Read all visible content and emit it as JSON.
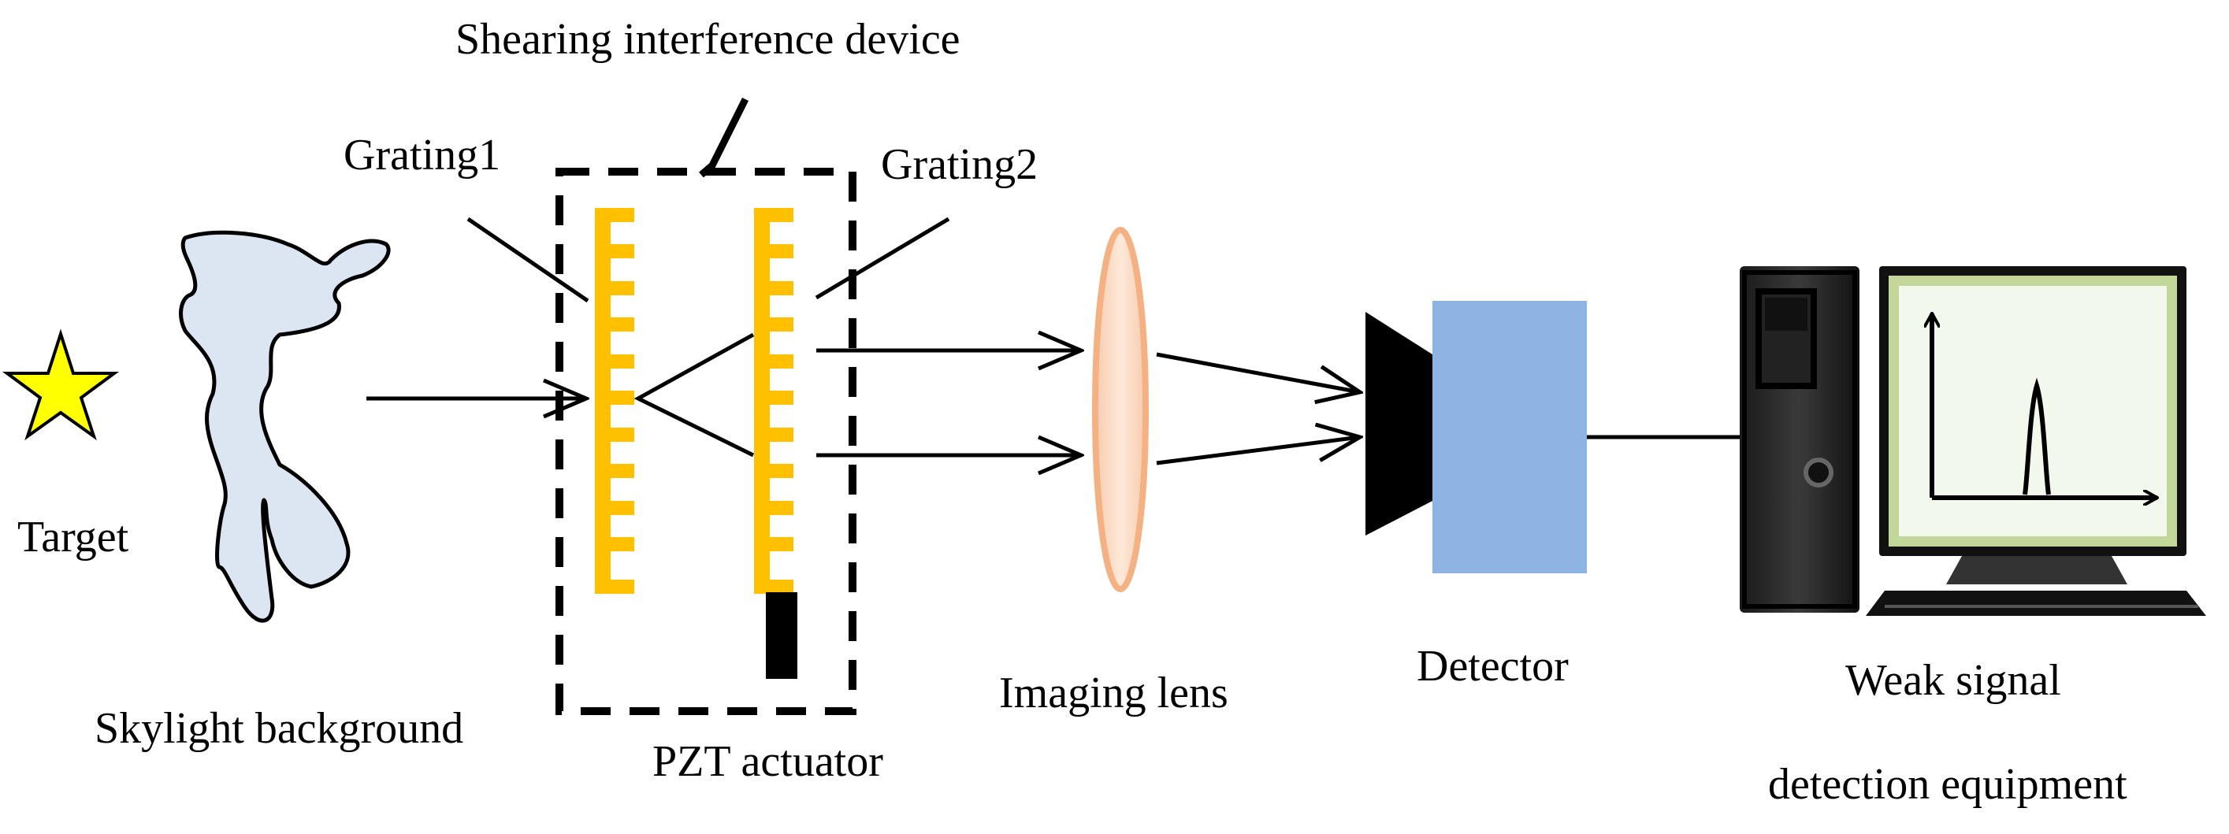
{
  "labels": {
    "target": "Target",
    "skylight_background": "Skylight background",
    "shearing_device": "Shearing interference device",
    "grating1": "Grating1",
    "grating2": "Grating2",
    "pzt_actuator": "PZT actuator",
    "imaging_lens": "Imaging lens",
    "detector": "Detector",
    "weak_signal_line1": "Weak signal",
    "weak_signal_line2": "detection equipment"
  },
  "colors": {
    "star_fill": "#ffff00",
    "skylight_fill": "#dce6f2",
    "grating": "#ffc000",
    "lens_fill": "#fbd5b5",
    "lens_edge": "#f4b183",
    "detector_block": "#8eb4e3",
    "monitor_screen": "#f3f8ec",
    "monitor_bezel": "#c4d79b"
  },
  "icons": {
    "target": "star-icon",
    "skylight": "cloud-shape",
    "computer": "computer-tower-icon",
    "monitor": "monitor-icon"
  }
}
